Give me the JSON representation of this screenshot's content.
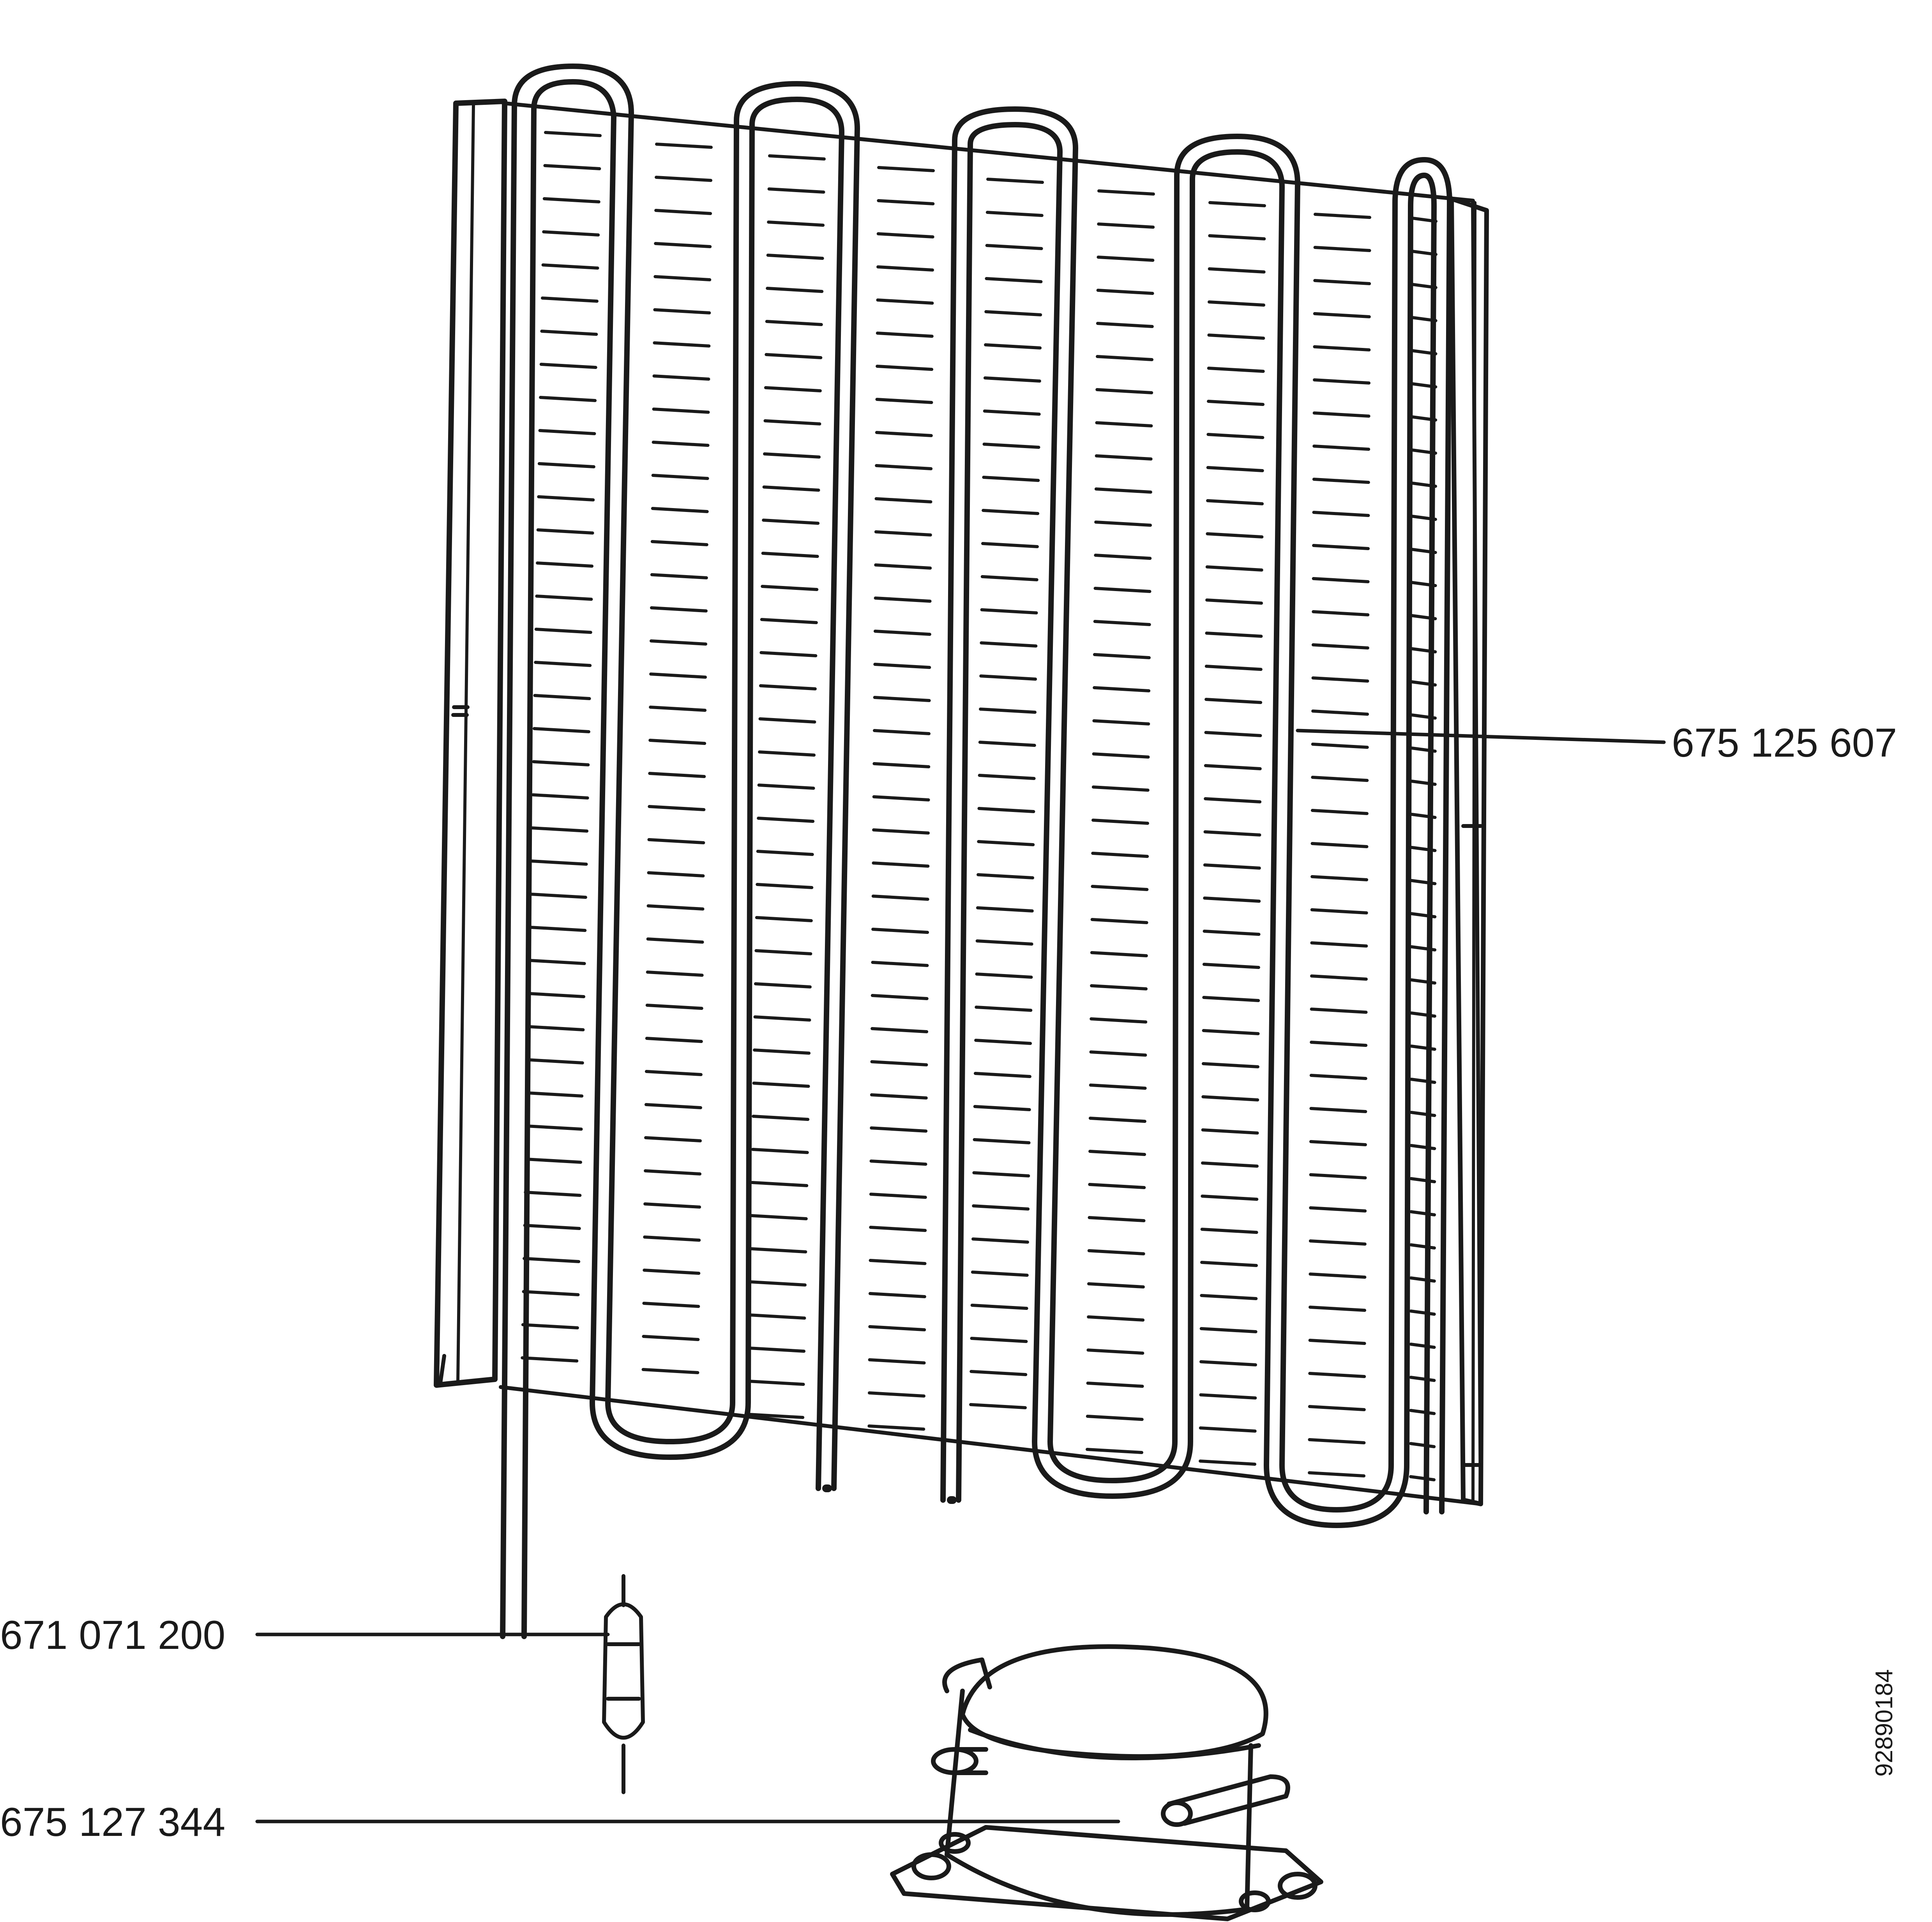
{
  "labels": {
    "condenser_part": "675 125 607",
    "dryer_part": "671 071 200",
    "compressor_part": "675 127 344"
  },
  "doc_number": "92890184",
  "colors": {
    "ink": "#1a1a1a",
    "background": "#ffffff"
  }
}
